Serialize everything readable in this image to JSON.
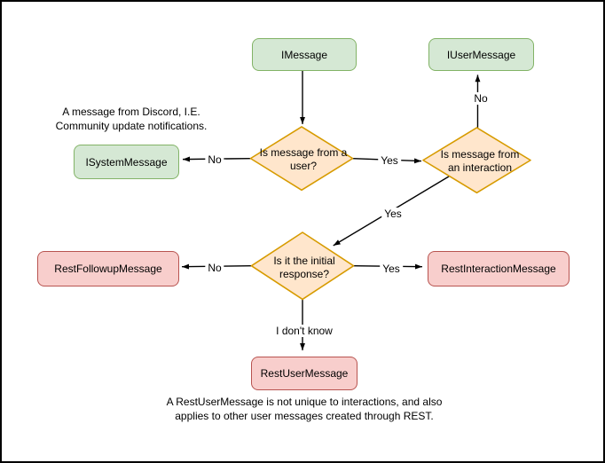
{
  "colors": {
    "interface_fill": "#d5e8d4",
    "interface_border": "#82b366",
    "decision_fill": "#ffe6cc",
    "decision_border": "#d79b00",
    "rest_fill": "#f8cecc",
    "rest_border": "#b85450",
    "arrow": "#000000",
    "background": "#ffffff"
  },
  "nodes": {
    "imessage": {
      "label": "IMessage"
    },
    "iusermessage": {
      "label": "IUserMessage"
    },
    "isystemmessage": {
      "label": "ISystemMessage"
    },
    "restfollowupmessage": {
      "label": "RestFollowupMessage"
    },
    "restinteractionmessage": {
      "label": "RestInteractionMessage"
    },
    "restusermessage": {
      "label": "RestUserMessage"
    },
    "decision_from_user": {
      "label": "Is message from a user?"
    },
    "decision_from_interaction": {
      "label": "Is message from an interaction"
    },
    "decision_initial_response": {
      "label": "Is it the initial response?"
    }
  },
  "edge_labels": {
    "from_user_no": "No",
    "from_user_yes": "Yes",
    "from_interaction_no": "No",
    "from_interaction_yes": "Yes",
    "initial_no": "No",
    "initial_yes": "Yes",
    "initial_idk": "I don't know"
  },
  "notes": {
    "system_message_note": "A message from Discord, I.E. Community update notifications.",
    "rest_user_message_note": "A RestUserMessage is not unique to interactions, and also applies to other user messages created through REST."
  }
}
